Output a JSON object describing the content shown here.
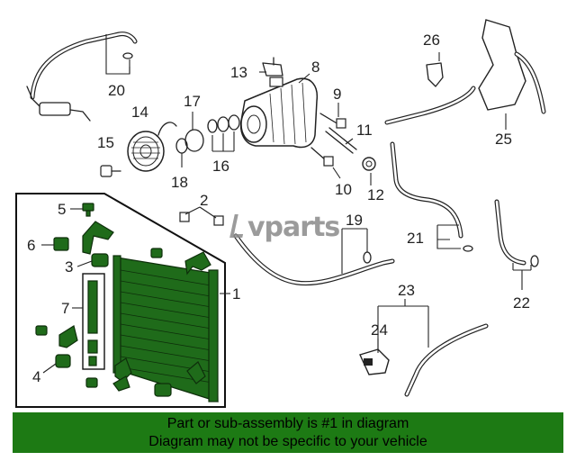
{
  "callouts": {
    "c1": "1",
    "c2": "2",
    "c3": "3",
    "c4": "4",
    "c5": "5",
    "c6": "6",
    "c7": "7",
    "c8": "8",
    "c9": "9",
    "c10": "10",
    "c11": "11",
    "c12": "12",
    "c13": "13",
    "c14": "14",
    "c15": "15",
    "c16": "16",
    "c17": "17",
    "c18": "18",
    "c19": "19",
    "c20": "20",
    "c21": "21",
    "c22": "22",
    "c23": "23",
    "c24": "24",
    "c25": "25",
    "c26": "26"
  },
  "watermark": {
    "text": "vparts",
    "color": "#8a8a8a"
  },
  "banner": {
    "line1": "Part or sub-assembly is #1 in diagram",
    "line2": "Diagram may not be specific to your vehicle",
    "background": "#1d7a14"
  },
  "highlight_color": "#1f6b1a"
}
